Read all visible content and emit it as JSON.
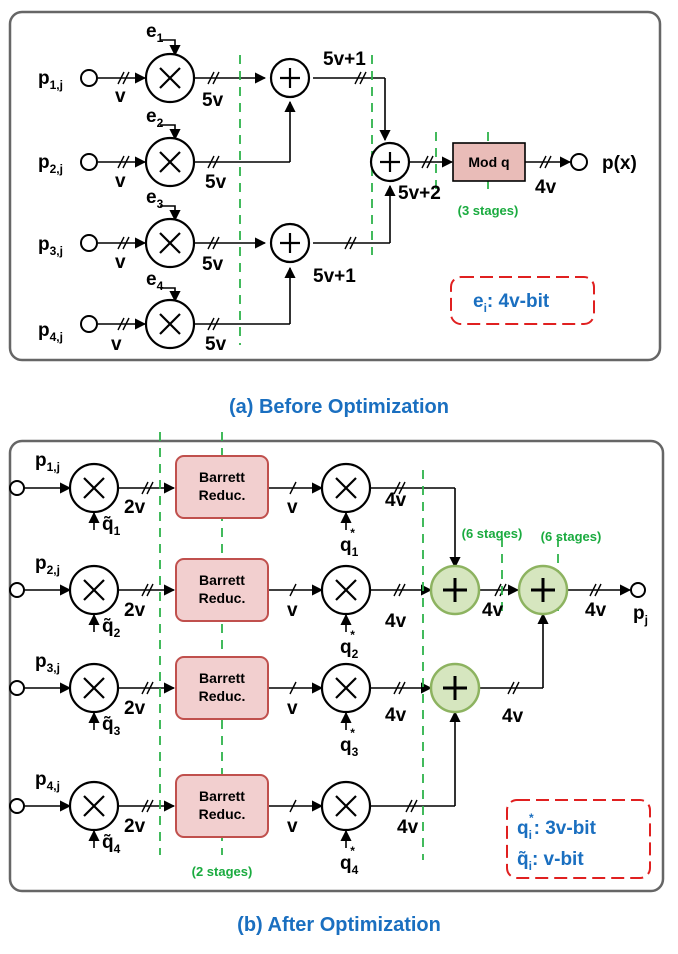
{
  "panel_a": {
    "caption": "(a) Before Optimization",
    "inputs": [
      {
        "base": "p",
        "sub": "1,j"
      },
      {
        "base": "p",
        "sub": "2,j"
      },
      {
        "base": "p",
        "sub": "3,j"
      },
      {
        "base": "p",
        "sub": "4,j"
      }
    ],
    "e_labels": [
      {
        "base": "e",
        "sub": "1"
      },
      {
        "base": "e",
        "sub": "2"
      },
      {
        "base": "e",
        "sub": "3"
      },
      {
        "base": "e",
        "sub": "4"
      }
    ],
    "width_v": "v",
    "width_5v": "5v",
    "width_5v1": "5v+1",
    "width_5v2": "5v+2",
    "width_4v": "4v",
    "mod_block": "Mod q",
    "mod_stages": "(3 stages)",
    "output": "p(x)",
    "note": {
      "base": "e",
      "sub": "i",
      "rest": ": 4v-bit"
    }
  },
  "panel_b": {
    "caption": "(b) After Optimization",
    "inputs": [
      {
        "base": "p",
        "sub": "1,j"
      },
      {
        "base": "p",
        "sub": "2,j"
      },
      {
        "base": "p",
        "sub": "3,j"
      },
      {
        "base": "p",
        "sub": "4,j"
      }
    ],
    "qt_labels": [
      {
        "base": "q̃",
        "sub": "1"
      },
      {
        "base": "q̃",
        "sub": "2"
      },
      {
        "base": "q̃",
        "sub": "3"
      },
      {
        "base": "q̃",
        "sub": "4"
      }
    ],
    "qs_labels": [
      {
        "base": "q",
        "sub": "1",
        "sup": "*"
      },
      {
        "base": "q",
        "sub": "2",
        "sup": "*"
      },
      {
        "base": "q",
        "sub": "3",
        "sup": "*"
      },
      {
        "base": "q",
        "sub": "4",
        "sup": "*"
      }
    ],
    "width_2v": "2v",
    "width_v": "v",
    "width_4v": "4v",
    "barrett_line1": "Barrett",
    "barrett_line2": "Reduc.",
    "barrett_stages": "(2 stages)",
    "adder_stages": "(6 stages)",
    "output": {
      "base": "p",
      "sub": "j"
    },
    "note1": {
      "base": "q",
      "sub": "i",
      "sup": "*",
      "rest": ": 3v-bit"
    },
    "note2": {
      "base": "q̃",
      "sub": "i",
      "rest": ": v-bit"
    }
  }
}
